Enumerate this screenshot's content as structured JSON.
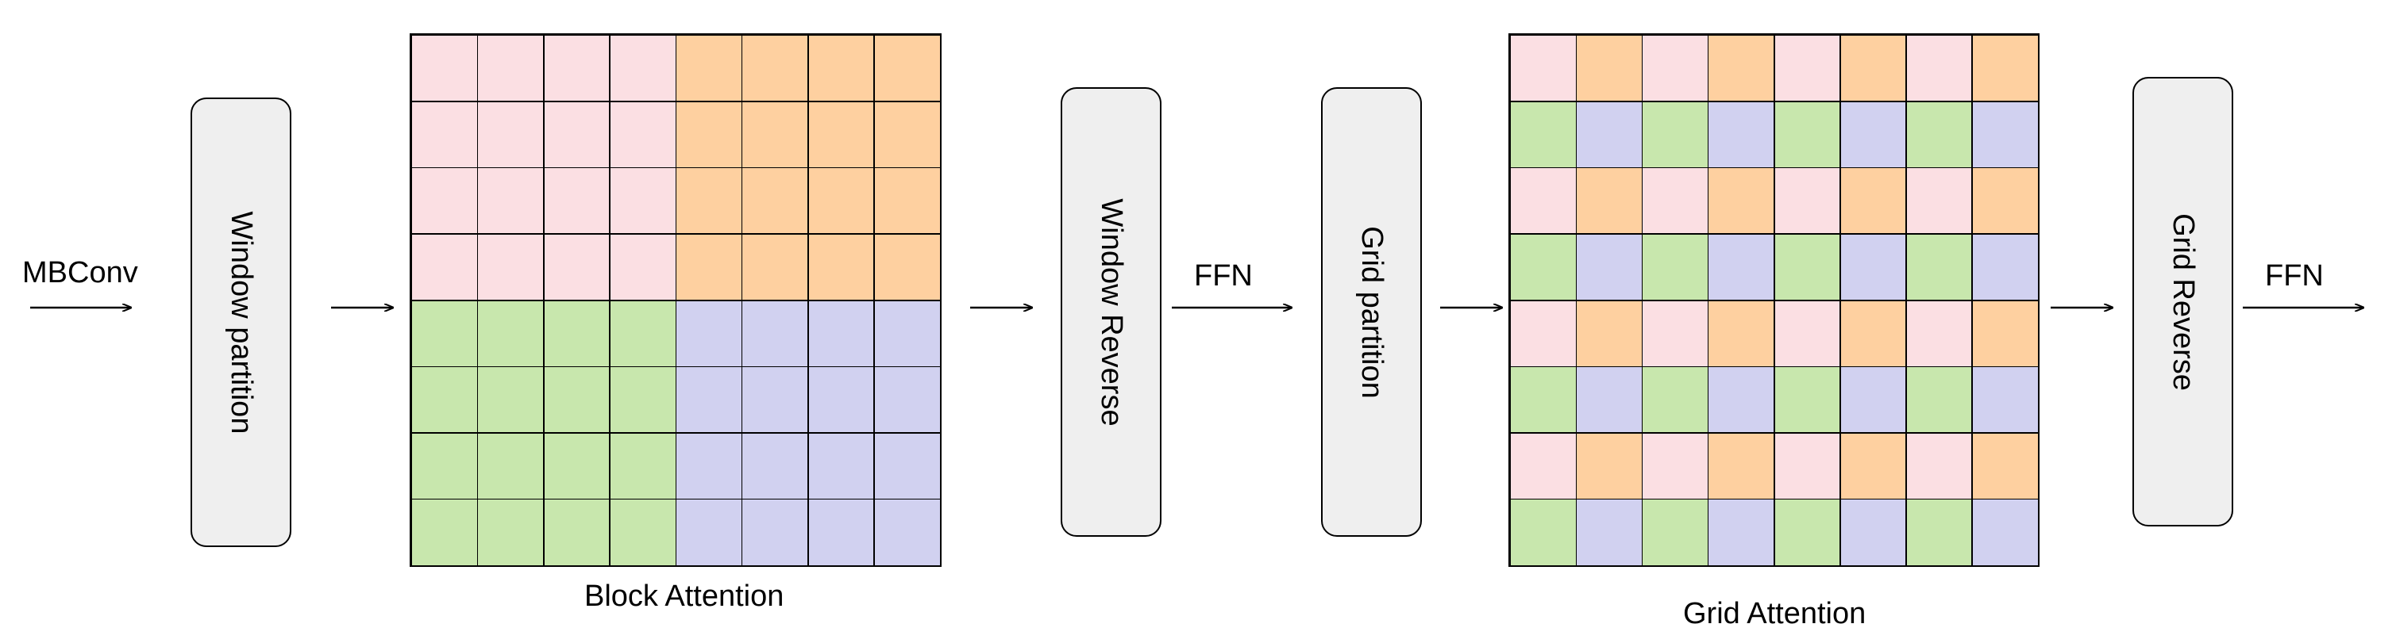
{
  "colors": {
    "pink": "#fbdfe3",
    "orange": "#fed0a0",
    "green": "#c8e7ad",
    "lavender": "#d1d1f0",
    "box_fill": "#efefef",
    "line": "#000000"
  },
  "labels": {
    "mbconv": "MBConv",
    "window_partition": "Window partition",
    "block_attention": "Block Attention",
    "window_reverse": "Window Reverse",
    "ffn_1": "FFN",
    "grid_partition": "Grid partition",
    "grid_attention": "Grid Attention",
    "grid_reverse": "Grid Reverse",
    "ffn_2": "FFN"
  },
  "block_attention_grid": {
    "rows": 8,
    "cols": 8,
    "pattern": "2x2 blocks of 4x4 cells",
    "block_colors": [
      [
        "pink",
        "orange"
      ],
      [
        "green",
        "lavender"
      ]
    ]
  },
  "grid_attention_grid": {
    "rows": 8,
    "cols": 8,
    "pattern": "interleaved checker",
    "colors_even_row": [
      "pink",
      "orange"
    ],
    "colors_odd_row": [
      "green",
      "lavender"
    ]
  }
}
